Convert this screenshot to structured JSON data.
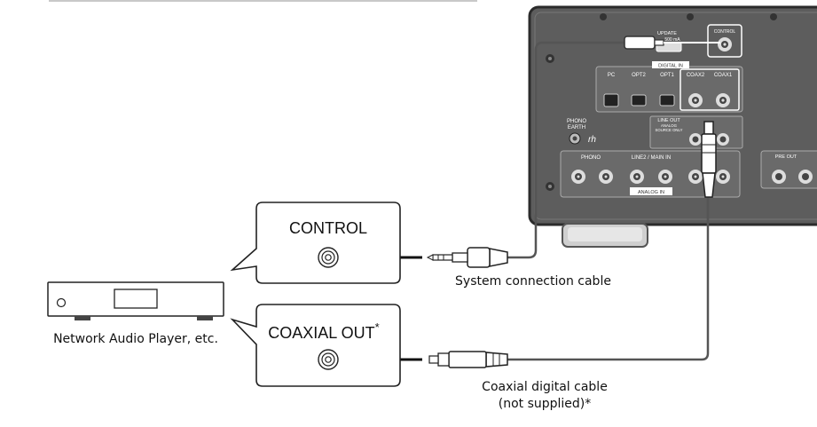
{
  "callout_control": {
    "label": "CONTROL"
  },
  "callout_coaxial": {
    "label": "COAXIAL OUT",
    "asterisk": "*"
  },
  "device_caption": "Network Audio Player, etc.",
  "cable_system_caption": "System connection cable",
  "cable_coax_caption_line1": "Coaxial digital cable",
  "cable_coax_caption_line2": "(not supplied)*",
  "panel": {
    "update_label": "UPDATE",
    "update_sublabel": "500 mA",
    "control_label": "CONTROL",
    "digital_in_label": "DIGITAL IN",
    "pc_label": "PC",
    "opt2_label": "OPT2",
    "opt1_label": "OPT1",
    "coax2_label": "COAX2",
    "coax1_label": "COAX1",
    "phono_earth_line1": "PHONO",
    "phono_earth_line2": "EARTH",
    "line_out_label": "LINE OUT",
    "line_out_sub1": "ANALOG",
    "line_out_sub2": "SOURCE ONLY",
    "phono_label": "PHONO",
    "line2_main_label": "LINE2 / MAIN IN",
    "analog_in_label": "ANALOG IN",
    "pre_out_label": "PRE OUT"
  },
  "colors": {
    "panel": "#5d5d5d",
    "panel_border": "#2b2b2b",
    "cable": "#555555",
    "arrow": "#111111"
  }
}
